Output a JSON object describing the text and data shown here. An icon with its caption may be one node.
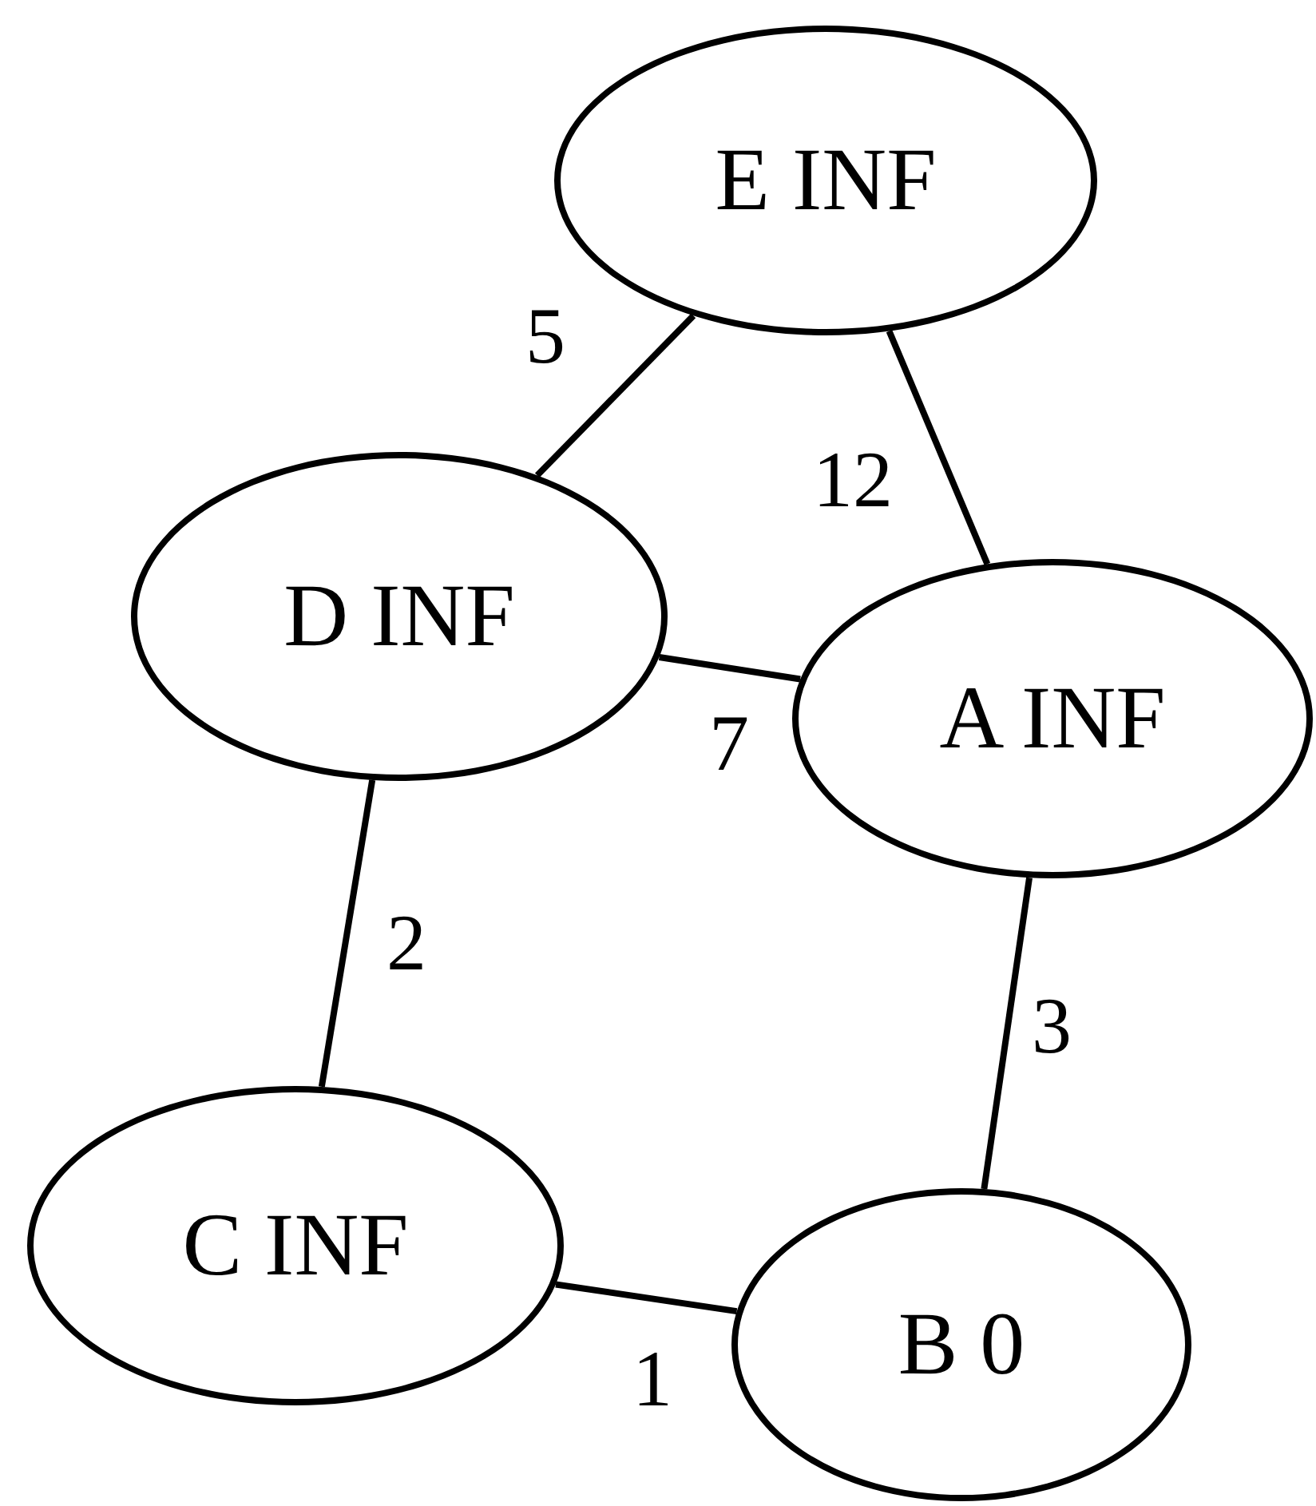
{
  "diagram": {
    "nodes": [
      {
        "text": [
          "E INF"
        ]
      },
      {
        "text": [
          "D INF"
        ]
      },
      {
        "text": [
          "A INF"
        ]
      },
      {
        "text": [
          "C INF"
        ]
      },
      {
        "text": [
          "B 0"
        ]
      }
    ],
    "edges": [
      {
        "from": 0,
        "to": 1,
        "arrow": "none",
        "label": "5"
      },
      {
        "from": 0,
        "to": 2,
        "arrow": "none",
        "label": "12"
      },
      {
        "from": 1,
        "to": 2,
        "arrow": "none",
        "label": "7"
      },
      {
        "from": 1,
        "to": 3,
        "arrow": "none",
        "label": "2"
      },
      {
        "from": 2,
        "to": 4,
        "arrow": "none",
        "label": "3"
      },
      {
        "from": 3,
        "to": 4,
        "arrow": "none",
        "label": "1"
      }
    ]
  }
}
